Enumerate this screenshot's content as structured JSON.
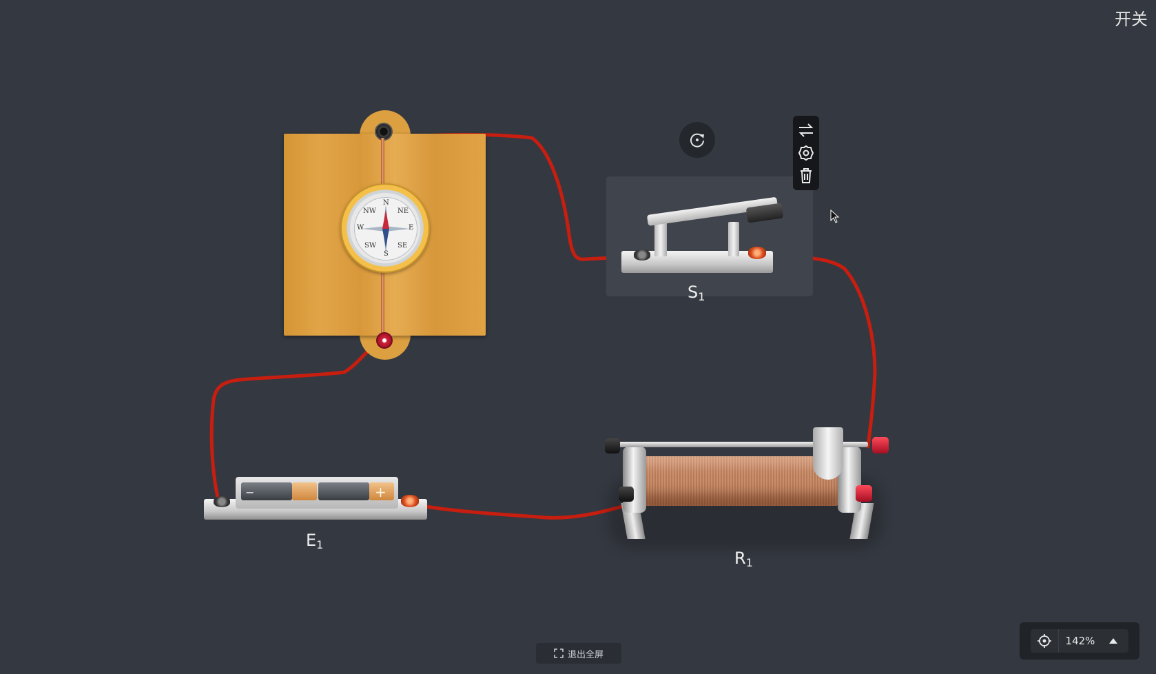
{
  "header": {
    "title": "开关"
  },
  "components": {
    "galvanometer_board": {
      "terminal_top": "black",
      "terminal_bottom": "red"
    },
    "compass": {
      "letters": [
        "N",
        "NE",
        "E",
        "SE",
        "S",
        "SW",
        "W",
        "NW"
      ]
    },
    "switch": {
      "label": "S",
      "index": "1"
    },
    "battery": {
      "label": "E",
      "index": "1",
      "minus": "−",
      "plus": "+"
    },
    "rheostat": {
      "label": "R",
      "index": "1"
    }
  },
  "toolbar": {
    "icons": [
      "swap-icon",
      "settings-icon",
      "delete-icon"
    ]
  },
  "rotate_button": {
    "icon": "rotate-icon"
  },
  "bottom": {
    "exit_fullscreen": "退出全屏"
  },
  "zoom": {
    "value": "142%"
  },
  "colors": {
    "background": "#343840",
    "wire": "#c81e10",
    "board": "#dda040",
    "toolbar": "#15171a",
    "switch_panel": "#40444c"
  }
}
